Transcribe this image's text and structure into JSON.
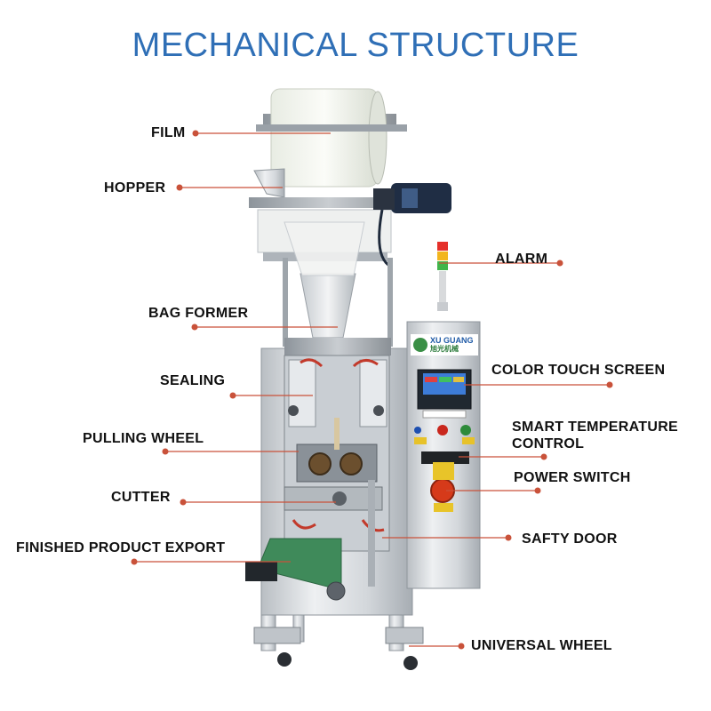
{
  "title": "MECHANICAL STRUCTURE",
  "brand": {
    "name": "XU GUANG",
    "sub": "旭光机械"
  },
  "accent_color": "#2f6fb6",
  "leader_color": "#c9523a",
  "labels": {
    "film": "FILM",
    "hopper": "HOPPER",
    "alarm": "ALARM",
    "bag_former": "BAG FORMER",
    "sealing": "SEALING",
    "color_touch_screen": "COLOR TOUCH SCREEN",
    "pulling_wheel": "PULLING WHEEL",
    "smart_temperature_control_line1": "SMART TEMPERATURE",
    "smart_temperature_control_line2": "CONTROL",
    "cutter": "CUTTER",
    "power_switch": "POWER SWITCH",
    "finished_product_export": "FINISHED PRODUCT EXPORT",
    "safty_door": "SAFTY DOOR",
    "universal_wheel": "UNIVERSAL WHEEL"
  }
}
